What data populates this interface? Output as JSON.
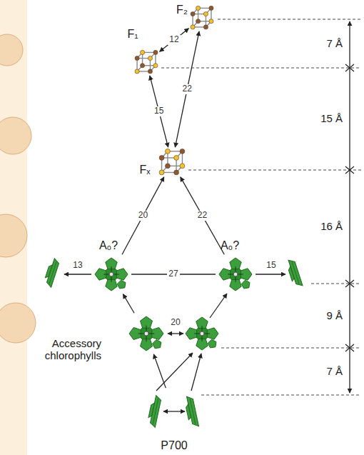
{
  "diagram": {
    "nodes": [
      {
        "text": [
          "F₂"
        ]
      },
      {
        "text": [
          "F₁"
        ]
      },
      {
        "text": [
          "Fₓ"
        ]
      },
      {
        "text": [
          "A₀?"
        ]
      },
      {
        "text": [
          "A₀?"
        ]
      },
      {
        "text": [
          "Accessory chlorophylls"
        ]
      },
      {
        "text": [
          "P700"
        ]
      }
    ],
    "edges": [
      {
        "from": 1,
        "to": 0,
        "label": "12",
        "arrow": "both"
      },
      {
        "from": 1,
        "to": 2,
        "label": "15",
        "arrow": "both"
      },
      {
        "from": 0,
        "to": 2,
        "label": "22",
        "arrow": "both"
      },
      {
        "from": 3,
        "to": 2,
        "label": "20",
        "arrow": "to"
      },
      {
        "from": 4,
        "to": 2,
        "label": "22",
        "arrow": "to"
      },
      {
        "from": 3,
        "to": 4,
        "label": "27",
        "arrow": "none"
      },
      {
        "from": 5,
        "to": 3,
        "arrow": "to"
      },
      {
        "from": 6,
        "to": 5,
        "arrow": "to"
      }
    ],
    "labels": [
      "13",
      "15",
      "20",
      "7 Å",
      "15 Å",
      "16 Å",
      "9 Å",
      "7 Å"
    ]
  }
}
